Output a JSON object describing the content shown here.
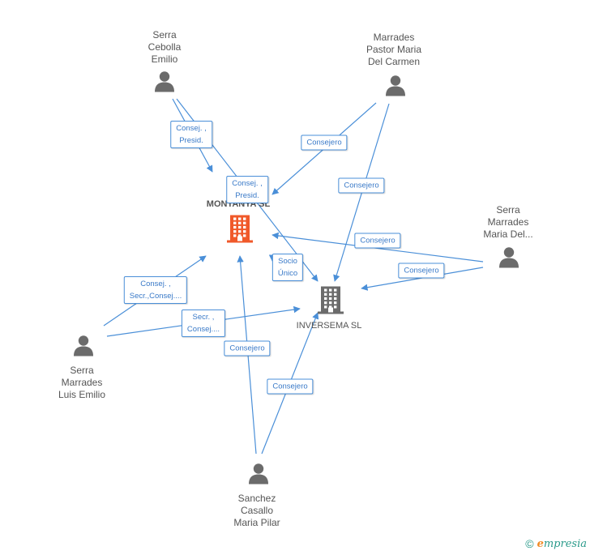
{
  "people": [
    {
      "id": "p1",
      "name": "Serra\nCebolla\nEmilio"
    },
    {
      "id": "p2",
      "name": "Marrades\nPastor Maria\nDel Carmen"
    },
    {
      "id": "p3",
      "name": "Serra\nMarrades\nMaria Del..."
    },
    {
      "id": "p4",
      "name": "Serra\nMarrades\nLuis Emilio"
    },
    {
      "id": "p5",
      "name": "Sanchez\nCasallo\nMaria Pilar"
    }
  ],
  "companies": [
    {
      "id": "c1",
      "name": "NA...\nL'...\nMONTANYA SL",
      "color": "#f0592a"
    },
    {
      "id": "c2",
      "name": "INVERSEMA SL",
      "color": "#6b6b6b"
    }
  ],
  "edges": [
    {
      "id": "e1",
      "label": "Consej. ,\nPresid."
    },
    {
      "id": "e2",
      "label": "Consej. ,\nPresid."
    },
    {
      "id": "e3",
      "label": "Consejero"
    },
    {
      "id": "e4",
      "label": "Consejero"
    },
    {
      "id": "e5",
      "label": "Consejero"
    },
    {
      "id": "e6",
      "label": "Consejero"
    },
    {
      "id": "e7",
      "label": "Socio\nÚnico"
    },
    {
      "id": "e8",
      "label": "Consej. ,\nSecr.,Consej...."
    },
    {
      "id": "e9",
      "label": "Secr. ,\nConsej...."
    },
    {
      "id": "e10",
      "label": "Consejero"
    },
    {
      "id": "e11",
      "label": "Consejero"
    }
  ],
  "footer": {
    "copyright": "©",
    "brand_initial": "e",
    "brand_rest": "mpresia"
  },
  "colors": {
    "edge": "#4a8fd8",
    "person_icon": "#6b6b6b",
    "company_main": "#f0592a",
    "company_other": "#6b6b6b"
  }
}
